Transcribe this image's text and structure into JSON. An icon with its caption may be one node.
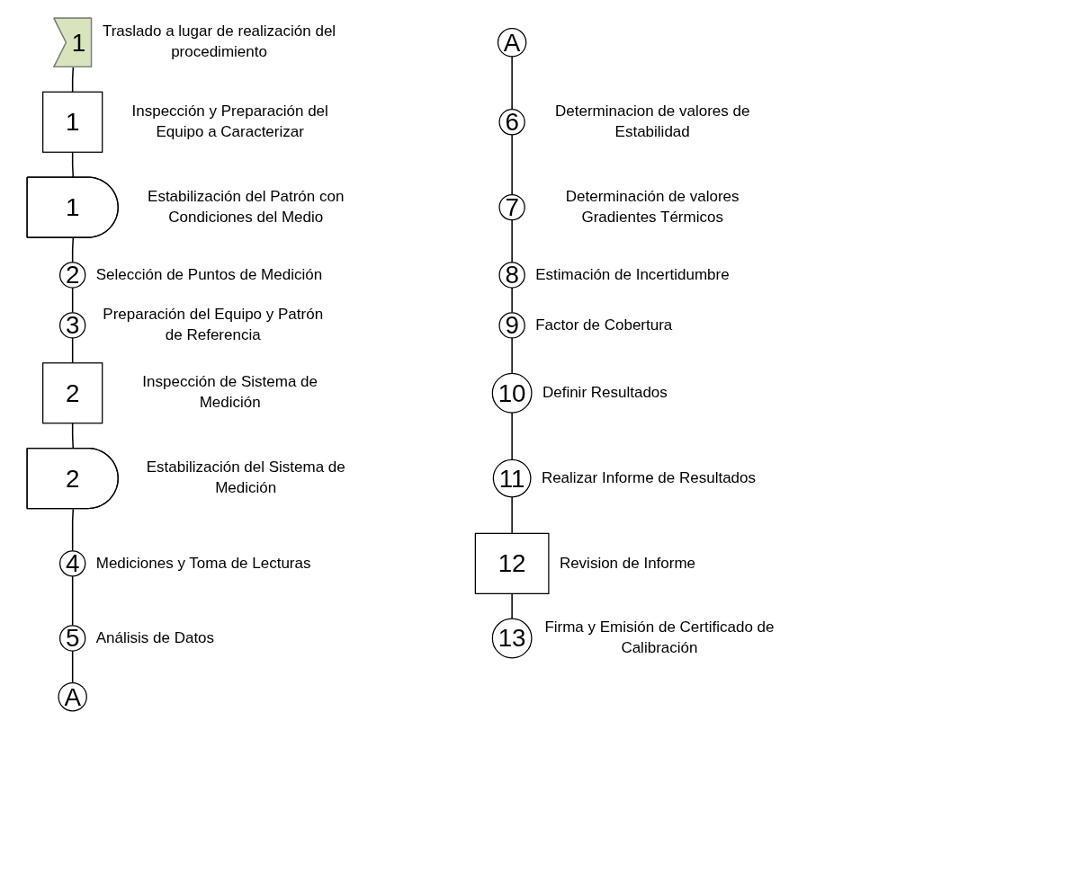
{
  "diagram": {
    "nodes": [
      {
        "text": [
          "1"
        ],
        "beside": [
          "Traslado a lugar de realización del procedimiento"
        ]
      },
      {
        "text": [
          "1"
        ],
        "beside": [
          "Inspección y Preparación del Equipo a Caracterizar"
        ]
      },
      {
        "text": [
          "1"
        ],
        "beside": [
          "Estabilización del Patrón con Condiciones del Medio"
        ]
      },
      {
        "text": [
          "2"
        ],
        "beside": [
          "Selección de Puntos de Medición"
        ]
      },
      {
        "text": [
          "3"
        ],
        "beside": [
          "Preparación del Equipo y Patrón de Referencia"
        ]
      },
      {
        "text": [
          "2"
        ],
        "beside": [
          "Inspección de Sistema de Medición"
        ]
      },
      {
        "text": [
          "2"
        ],
        "beside": [
          "Estabilización del Sistema de Medición"
        ]
      },
      {
        "text": [
          "4"
        ],
        "beside": [
          "Mediciones y Toma de Lecturas"
        ]
      },
      {
        "text": [
          "5"
        ],
        "beside": [
          "Análisis de Datos"
        ]
      },
      {
        "text": [
          "A"
        ]
      },
      {
        "text": [
          "A"
        ]
      },
      {
        "text": [
          "6"
        ],
        "beside": [
          "Determinacion de valores de Estabilidad"
        ]
      },
      {
        "text": [
          "7"
        ],
        "beside": [
          "Determinación de valores Gradientes Térmicos"
        ]
      },
      {
        "text": [
          "8"
        ],
        "beside": [
          "Estimación de Incertidumbre"
        ]
      },
      {
        "text": [
          "9"
        ],
        "beside": [
          "Factor de Cobertura"
        ]
      },
      {
        "text": [
          "10"
        ],
        "beside": [
          "Definir Resultados"
        ]
      },
      {
        "text": [
          "11"
        ],
        "beside": [
          "Realizar Informe de Resultados"
        ]
      },
      {
        "text": [
          "12"
        ],
        "beside": [
          "Revision de Informe"
        ]
      },
      {
        "text": [
          "13"
        ],
        "beside": [
          "Firma y Emisión de Certificado de Calibración"
        ]
      }
    ],
    "edges": [
      {
        "from": 0,
        "to": 1,
        "arrow": "none"
      },
      {
        "from": 1,
        "to": 2,
        "arrow": "none"
      },
      {
        "from": 2,
        "to": 3,
        "arrow": "none"
      },
      {
        "from": 3,
        "to": 4,
        "arrow": "none"
      },
      {
        "from": 4,
        "to": 5,
        "arrow": "none"
      },
      {
        "from": 5,
        "to": 6,
        "arrow": "none"
      },
      {
        "from": 6,
        "to": 7,
        "arrow": "none"
      },
      {
        "from": 7,
        "to": 8,
        "arrow": "none"
      },
      {
        "from": 8,
        "to": 9,
        "arrow": "none"
      },
      {
        "from": 10,
        "to": 11,
        "arrow": "none"
      },
      {
        "from": 11,
        "to": 12,
        "arrow": "none"
      },
      {
        "from": 12,
        "to": 13,
        "arrow": "none"
      },
      {
        "from": 13,
        "to": 14,
        "arrow": "none"
      },
      {
        "from": 14,
        "to": 15,
        "arrow": "none"
      },
      {
        "from": 15,
        "to": 16,
        "arrow": "none"
      },
      {
        "from": 16,
        "to": 17,
        "arrow": "none"
      },
      {
        "from": 17,
        "to": 18,
        "arrow": "none"
      }
    ]
  }
}
